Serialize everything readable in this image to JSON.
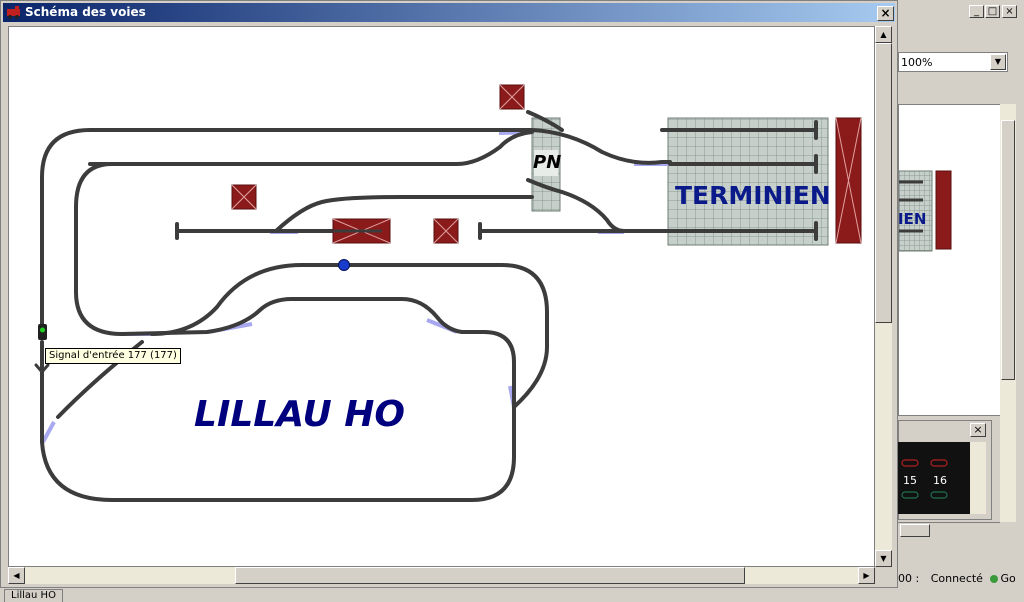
{
  "window": {
    "title": "Schéma des voies",
    "close_label": "×"
  },
  "layout": {
    "main_label": "LILLAU HO",
    "station_label": "TERMINIEN",
    "crossing_label": "PN",
    "tooltip": "Signal d'entrée 177 (177)"
  },
  "tabs": [
    {
      "label": "Lillau HO"
    }
  ],
  "background_window": {
    "min_label": "_",
    "max_label": "□",
    "close_label": "×",
    "zoom_value": "100%",
    "station_fragment": "IEN",
    "panel_close_label": "×",
    "numbers": [
      "15",
      "16"
    ],
    "status_prefix": "00 :",
    "status_text": "Connecté",
    "go_label": "Go"
  },
  "colors": {
    "track": "#3c3c3c",
    "switch_highlight": "#a8a8f0",
    "building": "#8b1a1a",
    "station_grid": "#c6cfc9",
    "label_blue": "#00007f",
    "title_gradient_start": "#0a246a"
  }
}
